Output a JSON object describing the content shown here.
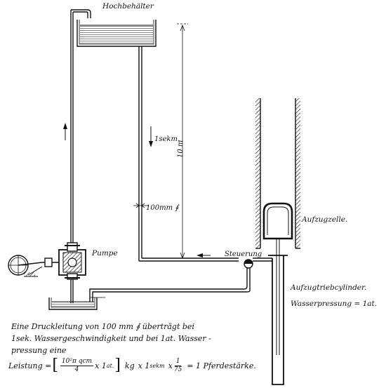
{
  "labels": {
    "tank": "Hochbehälter",
    "pump": "Pumpe",
    "flow": "1sekm.",
    "height": "10 m",
    "diameter": "100mm ∮",
    "valve": "Steuerung",
    "cabin": "Aufzugzelle.",
    "cylinder": "Aufzugtriebcylinder.",
    "pressure": "Wasserpressung = 1at."
  },
  "caption": {
    "line1": "Eine Druckleitung von 100 mm ∮ überträgt bei",
    "line2": "1sek. Wassergeschwindigkeit und bei 1at. Wasser -",
    "line3": "pressung eine"
  },
  "formula": {
    "prefix": "Leistung =",
    "frac1_num": "10²π qcm",
    "frac1_den": "4",
    "times1at": "x 1",
    "at_sup": "at.",
    "unit_kg": "kg",
    "times1": "x 1",
    "sekm_sup": "sekm",
    "times": "x",
    "frac2_num": "1",
    "frac2_den": "75",
    "result": "= 1 Pferdestärke."
  }
}
